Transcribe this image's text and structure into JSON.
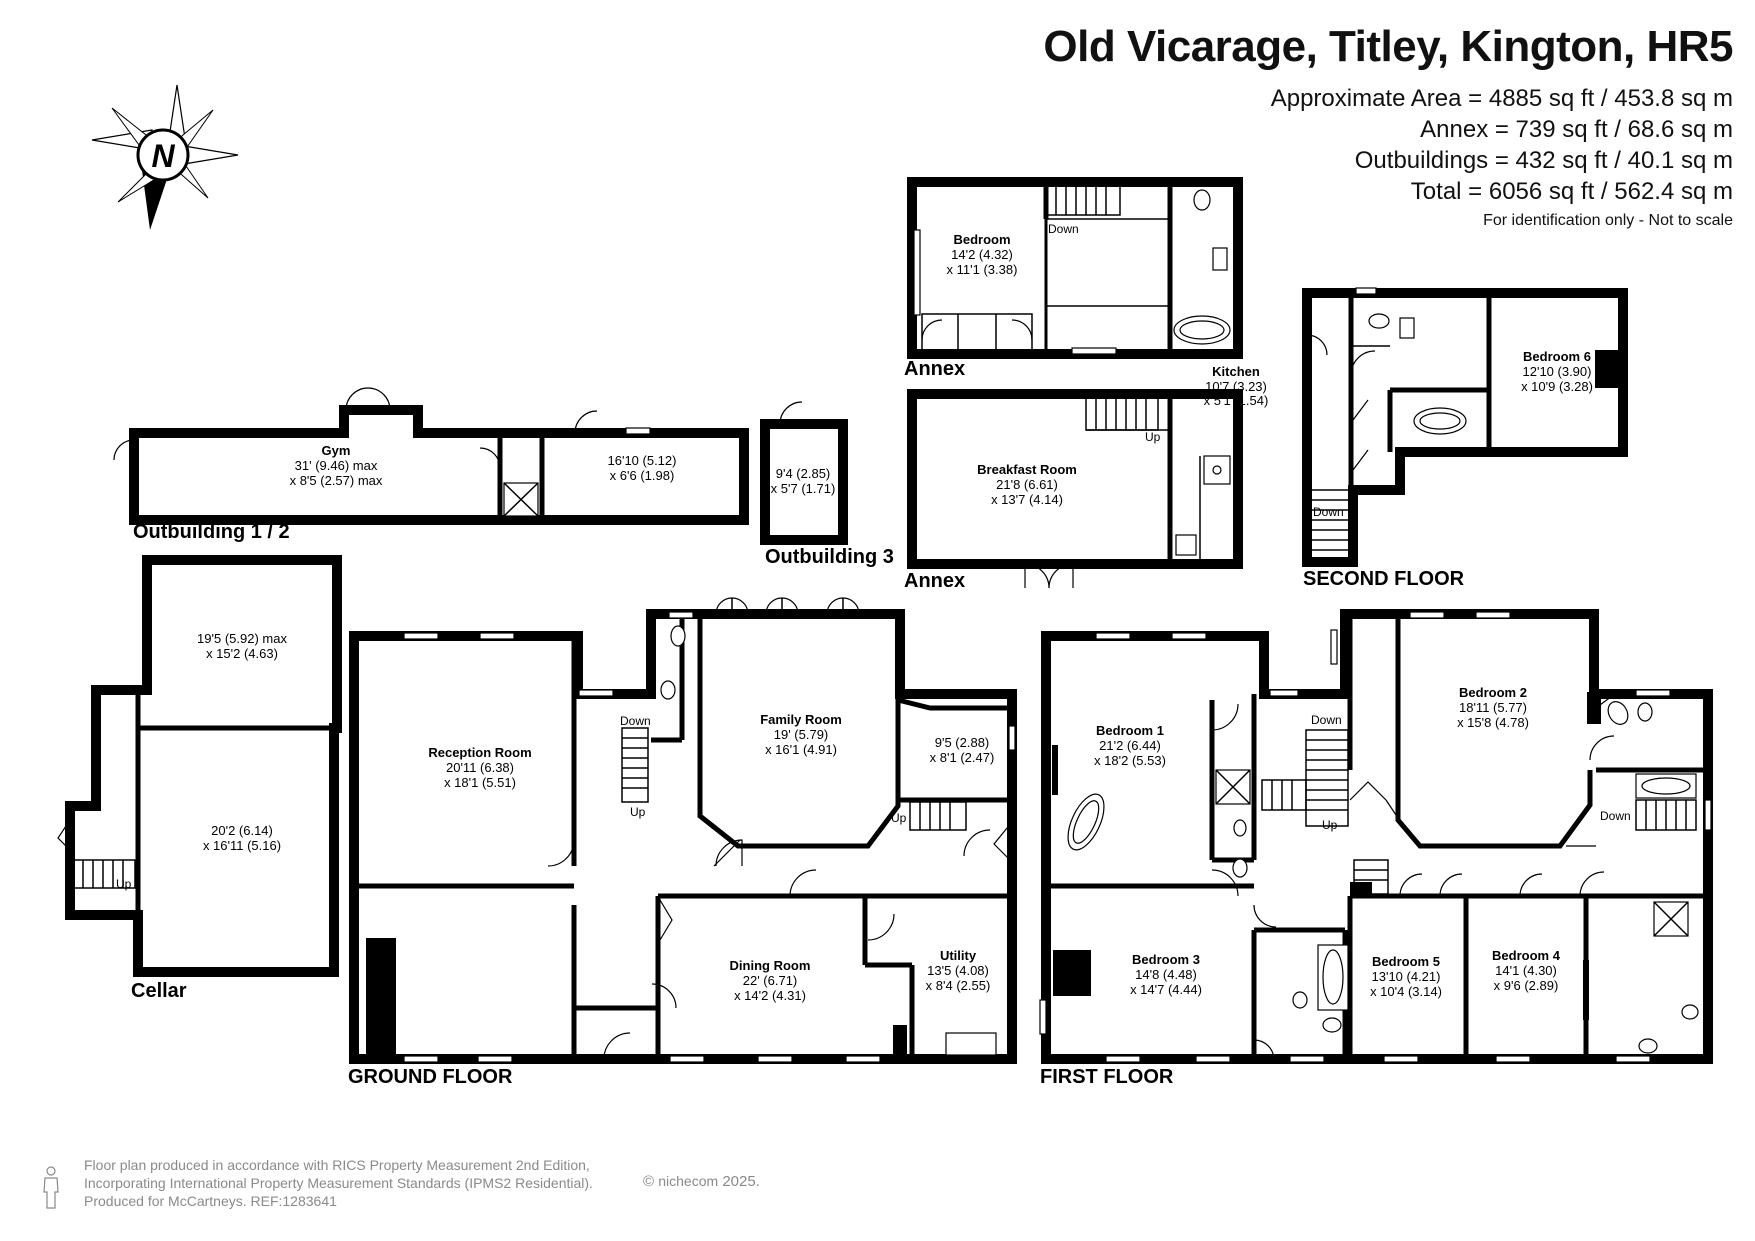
{
  "header": {
    "title": "Old Vicarage, Titley, Kington, HR5",
    "approx_area": "Approximate Area = 4885 sq ft / 453.8 sq m",
    "annex_area": "Annex = 739 sq ft / 68.6 sq m",
    "outbuildings_area": "Outbuildings = 432 sq ft / 40.1 sq m",
    "total_area": "Total = 6056 sq ft / 562.4 sq m",
    "note": "For identification only - Not to scale"
  },
  "compass": {
    "label": "N"
  },
  "section_labels": {
    "annex_upper": "Annex",
    "annex_lower": "Annex",
    "outbuilding_12": "Outbuilding 1 / 2",
    "outbuilding_3": "Outbuilding 3",
    "second_floor": "SECOND FLOOR",
    "cellar": "Cellar",
    "ground_floor": "GROUND FLOOR",
    "first_floor": "FIRST FLOOR"
  },
  "rooms": {
    "annex_bedroom": {
      "name": "Bedroom",
      "dim1": "14'2 (4.32)",
      "dim2": "x 11'1 (3.38)"
    },
    "annex_kitchen": {
      "name": "Kitchen",
      "dim1": "10'7 (3.23)",
      "dim2": "x 5'1 (1.54)"
    },
    "breakfast_room": {
      "name": "Breakfast Room",
      "dim1": "21'8 (6.61)",
      "dim2": "x 13'7 (4.14)"
    },
    "gym": {
      "name": "Gym",
      "dim1": "31' (9.46) max",
      "dim2": "x 8'5 (2.57) max"
    },
    "outbuilding_2": {
      "dim1": "16'10 (5.12)",
      "dim2": "x 6'6 (1.98)"
    },
    "outbuilding_3": {
      "dim1": "9'4 (2.85)",
      "dim2": "x 5'7 (1.71)"
    },
    "bedroom_6": {
      "name": "Bedroom 6",
      "dim1": "12'10 (3.90)",
      "dim2": "x 10'9 (3.28)"
    },
    "cellar_upper": {
      "dim1": "19'5 (5.92) max",
      "dim2": "x 15'2 (4.63)"
    },
    "cellar_lower": {
      "dim1": "20'2 (6.14)",
      "dim2": "x 16'11 (5.16)"
    },
    "reception_room": {
      "name": "Reception Room",
      "dim1": "20'11 (6.38)",
      "dim2": "x 18'1 (5.51)"
    },
    "family_room": {
      "name": "Family Room",
      "dim1": "19' (5.79)",
      "dim2": "x 16'1 (4.91)"
    },
    "ground_small": {
      "dim1": "9'5 (2.88)",
      "dim2": "x 8'1 (2.47)"
    },
    "dining_room": {
      "name": "Dining Room",
      "dim1": "22' (6.71)",
      "dim2": "x 14'2 (4.31)"
    },
    "utility": {
      "name": "Utility",
      "dim1": "13'5 (4.08)",
      "dim2": "x 8'4 (2.55)"
    },
    "bedroom_1": {
      "name": "Bedroom 1",
      "dim1": "21'2 (6.44)",
      "dim2": "x 18'2 (5.53)"
    },
    "bedroom_2": {
      "name": "Bedroom 2",
      "dim1": "18'11 (5.77)",
      "dim2": "x 15'8 (4.78)"
    },
    "bedroom_3": {
      "name": "Bedroom 3",
      "dim1": "14'8 (4.48)",
      "dim2": "x 14'7 (4.44)"
    },
    "bedroom_5": {
      "name": "Bedroom 5",
      "dim1": "13'10 (4.21)",
      "dim2": "x 10'4 (3.14)"
    },
    "bedroom_4": {
      "name": "Bedroom 4",
      "dim1": "14'1 (4.30)",
      "dim2": "x 9'6 (2.89)"
    }
  },
  "stair_labels": {
    "up": "Up",
    "down": "Down"
  },
  "footer": {
    "line1": "Floor plan produced in accordance with RICS Property Measurement 2nd Edition,",
    "line2": "Incorporating International Property Measurement Standards (IPMS2 Residential).",
    "line3": "Produced for McCartneys.    REF:1283641",
    "copyright": "©",
    "brand": "nichecom",
    "year": "2025."
  }
}
